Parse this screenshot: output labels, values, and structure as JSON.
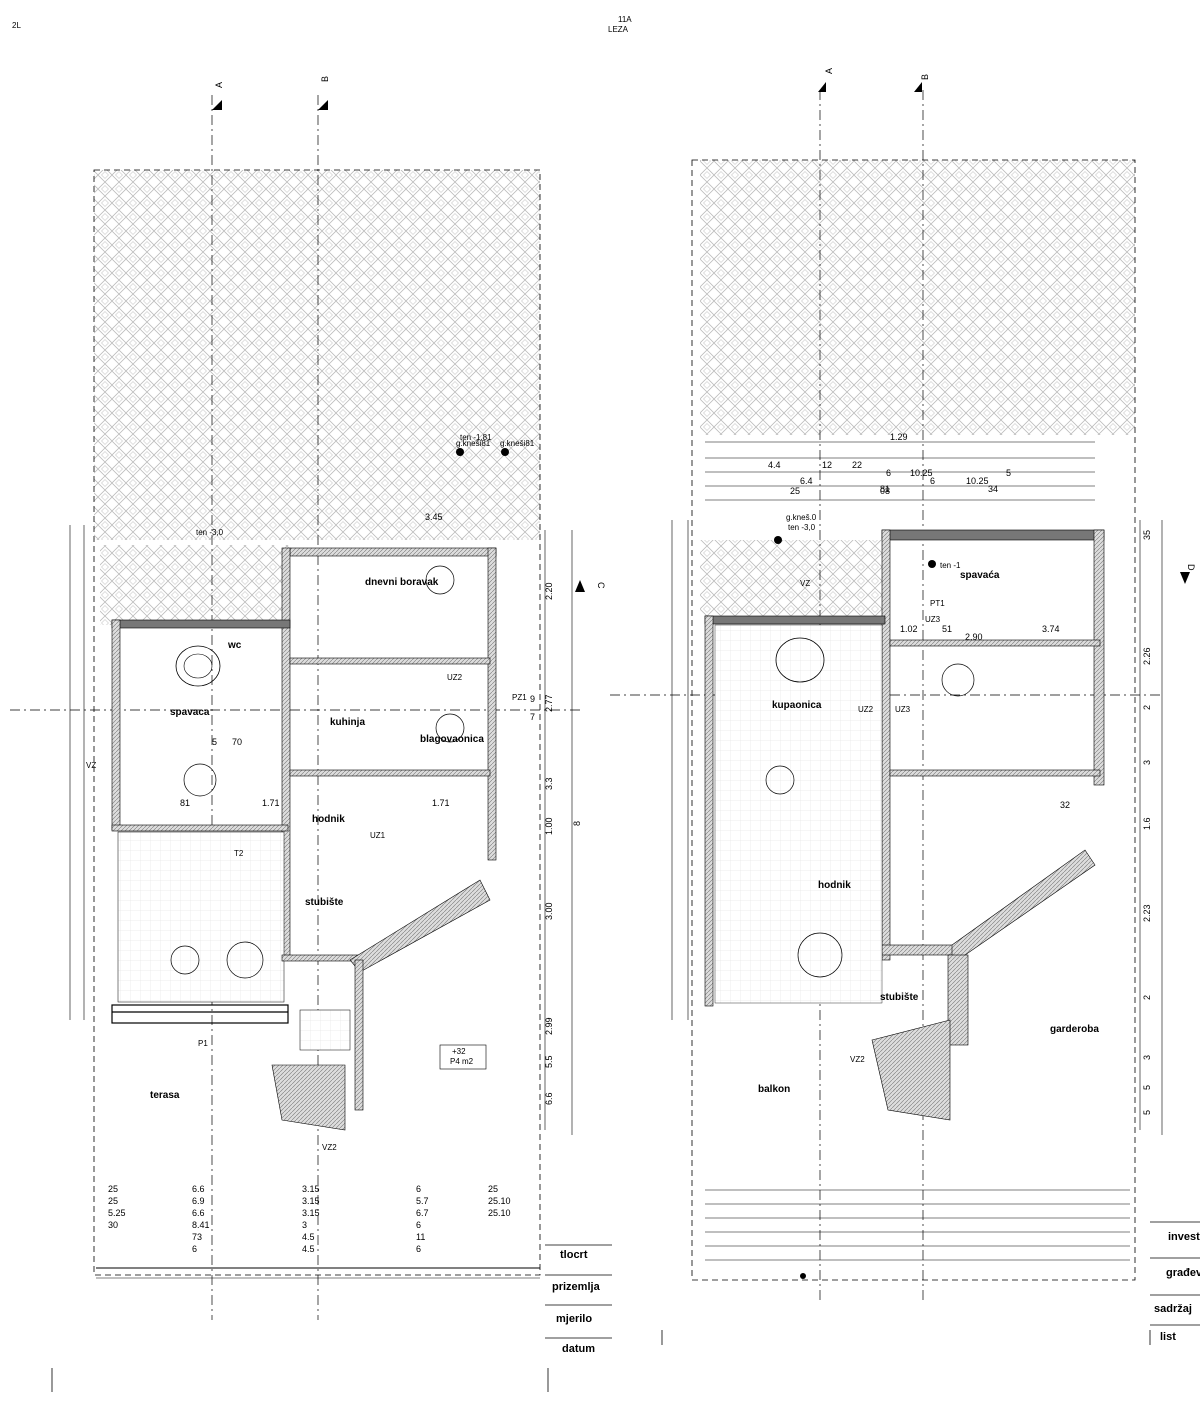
{
  "header": {
    "left_code": "2L",
    "center_code": "11A",
    "center_sub": "LEZA"
  },
  "section_marks": {
    "left_a": "A",
    "left_b": "B",
    "right_a": "A",
    "right_b": "B",
    "left_c": "C",
    "right_d": "D"
  },
  "left_plan": {
    "rooms": [
      {
        "name": "wc",
        "label": "wc"
      },
      {
        "name": "dnevni-boravak",
        "label": "dnevni boravak"
      },
      {
        "name": "spavaca",
        "label": "spavaca"
      },
      {
        "name": "kuhinja",
        "label": "kuhinja"
      },
      {
        "name": "blagovaonica",
        "label": "blagovaonica"
      },
      {
        "name": "hodnik",
        "label": "hodnik"
      },
      {
        "name": "stubiste",
        "label": "stubište"
      },
      {
        "name": "terasa",
        "label": "terasa"
      }
    ],
    "tags": [
      "UZ1",
      "UZ2",
      "VZ",
      "T2",
      "P1",
      "VZ2",
      "PZ1"
    ],
    "levels": [
      "g.kneši81",
      "g.kneši81",
      "ten -3,0",
      "ten -1,81"
    ],
    "dims_right": [
      "2.20",
      "2.77",
      "3.3",
      "1.00",
      "8",
      "3.00",
      "2.99",
      "5.5",
      "6.6"
    ],
    "dims_bottom_cols": [
      [
        "25",
        "6.6",
        "3.15",
        "6",
        "25"
      ],
      [
        "25",
        "6.9",
        "3.15",
        "5.7",
        "25.10"
      ],
      [
        "5.25",
        "6.6",
        "3.15",
        "6.7",
        "25.10"
      ],
      [
        "30",
        "8.41",
        "3",
        "6",
        ""
      ],
      [
        "",
        "73",
        "4.5",
        "11",
        ""
      ],
      [
        "",
        "6",
        "4.5",
        "6",
        ""
      ]
    ],
    "dims_misc": [
      "1.71",
      "81",
      "1.71",
      "5",
      "70",
      "3.45",
      "7",
      "9"
    ],
    "area_box": {
      "line1": "+32",
      "line2": "P4 m2"
    }
  },
  "right_plan": {
    "rooms": [
      {
        "name": "spavaca-soba",
        "label": "spavaća"
      },
      {
        "name": "kupaonica",
        "label": "kupaonica"
      },
      {
        "name": "garderoba",
        "label": "garderoba"
      },
      {
        "name": "hodnik-kat",
        "label": "hodnik"
      },
      {
        "name": "balkon",
        "label": "balkon"
      },
      {
        "name": "stubiste-kat",
        "label": "stubište"
      }
    ],
    "tags": [
      "UZ3",
      "UZ3",
      "PT1",
      "VZ",
      "VZ2",
      "UZ2"
    ],
    "levels": [
      "g.kneš.0",
      "ten -3,0",
      "ten -1"
    ],
    "top_dims": [
      "1.29",
      "4.4",
      "12",
      "22",
      "6",
      "10.25",
      "5",
      "6.4",
      "81",
      "6",
      "10.25",
      "34",
      "25",
      "08"
    ],
    "dims_right": [
      "35",
      "2.26",
      "2",
      "3",
      "1.6",
      "2.23",
      "2",
      "3",
      "5",
      "5"
    ],
    "dims_inner": [
      "1.02",
      "51",
      "2.90",
      "3.74",
      "32"
    ]
  },
  "legend_left": [
    {
      "label": "tlocrt"
    },
    {
      "label": "prizemlja"
    },
    {
      "label": "mjerilo"
    },
    {
      "label": "datum"
    }
  ],
  "legend_right": [
    {
      "label": "investitor"
    },
    {
      "label": "građevina"
    },
    {
      "label": "sadržaj"
    },
    {
      "label": "list"
    }
  ]
}
